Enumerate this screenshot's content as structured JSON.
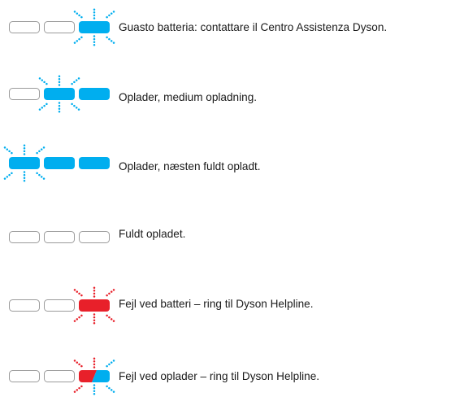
{
  "colors": {
    "blue": "#00aeef",
    "red": "#e8202a",
    "off_border": "#9b9b9b"
  },
  "rows": [
    {
      "label": "Guasto batteria: contattare il Centro Assistenza Dyson.",
      "segments": [
        "off",
        "off",
        "blue"
      ],
      "flashing": [
        2
      ],
      "flash_color": "blue"
    },
    {
      "label": "Oplader, medium opladning.",
      "segments": [
        "off",
        "blue",
        "blue"
      ],
      "flashing": [
        1
      ],
      "flash_color": "blue"
    },
    {
      "label": "Oplader, næsten fuldt opladt.",
      "segments": [
        "blue",
        "blue",
        "blue"
      ],
      "flashing": [
        0
      ],
      "flash_color": "blue"
    },
    {
      "label": "Fuldt opladet.",
      "segments": [
        "off",
        "off",
        "off"
      ],
      "flashing": [],
      "flash_color": "blue"
    },
    {
      "label": "Fejl ved batteri – ring til Dyson Helpline.",
      "segments": [
        "off",
        "off",
        "red"
      ],
      "flashing": [
        2
      ],
      "flash_color": "red"
    },
    {
      "label": "Fejl ved oplader – ring til Dyson Helpline.",
      "segments": [
        "off",
        "off",
        "split"
      ],
      "flashing": [
        2
      ],
      "flash_color": "split"
    }
  ]
}
